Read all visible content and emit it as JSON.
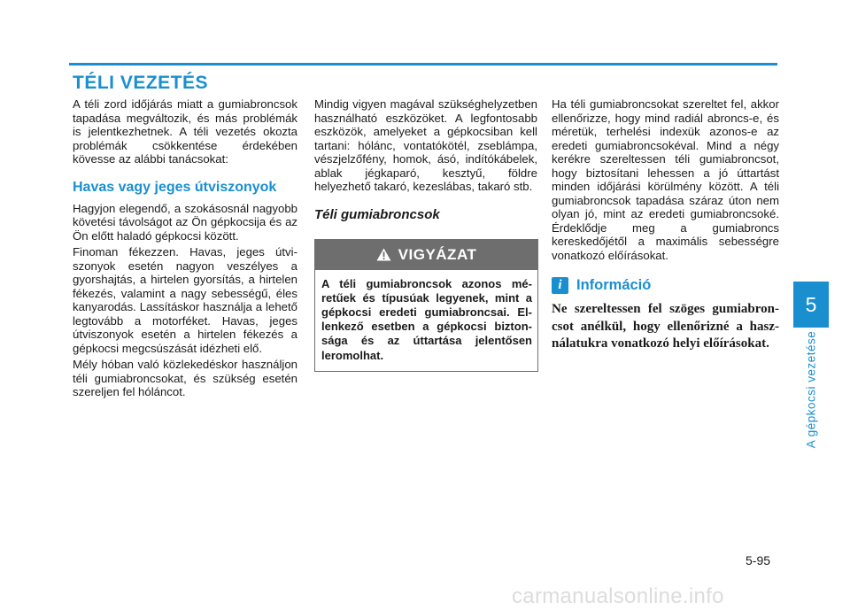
{
  "title": "TÉLI VEZETÉS",
  "col1": {
    "intro": "A téli zord időjárás miatt a gumiabron­csok tapadása megváltozik, és más problémák is jelentkezhetnek. A téli ve­zetés okozta problémák csökkentése érdekében kövesse az alábbi tanácso­kat:",
    "subheading": "Havas vagy jeges útviszonyok",
    "p1": "Hagyjon elegendő, a szokásosnál na­gyobb követési távolságot az Ön gép­kocsija és az Ön előtt haladó gépkocsi között.",
    "p2": "Finoman fékezzen. Havas, jeges útvi­szonyok esetén nagyon veszélyes a gyorshajtás, a hirtelen gyorsítás, a hirte­len fékezés, valamint a nagy sebességű, éles kanyarodás. Lassításkor használja a lehető legtovább a motorféket. Havas, jeges útviszonyok esetén a hirtelen fé­kezés a gépkocsi megcsúszását idézheti elő.",
    "p3": "Mély hóban való közlekedéskor hasz­náljon téli gumiabroncsokat, és szükség esetén szereljen fel hóláncot."
  },
  "col2": {
    "p1": "Mindig vigyen magával szükséghelyzet­ben használható eszközöket. A legfon­tosabb eszközök, amelyeket a gépko­csiban kell tartani: hólánc, vontatókötél, zseblámpa, vészjelzőfény, homok, ásó, indítókábelek, ablak jégkaparó, kesztyű, földre helyezhető takaró, kezeslábas, takaró stb.",
    "subheading": "Téli gumiabroncsok",
    "warning_title": "VIGYÁZAT",
    "warning_text": "A téli gumiabroncsok azonos mé­retűek és típusúak legyenek, mint a gépkocsi eredeti gumiabroncsai. El­lenkező esetben a gépkocsi bizton­sága és az úttartása jelentősen leromolhat."
  },
  "col3": {
    "p1": "Ha téli gumiabroncsokat szereltet fel, akkor ellenőrizze, hogy mind radiál abroncs-e, és méretük, terhelési indexük azonos-e az eredeti gumiabroncsokéval. Mind a négy kerékre szereltessen téli gumiabroncsot, hogy biztosítani lehes­sen a jó úttartást minden időjárási körül­mény között. A téli gumiabroncsok tapa­dása száraz úton nem olyan jó, mint az eredeti gumiabroncsoké. Érdeklődje meg a gumiabroncs kereskedőjétől a maxi­mális sebességre vonatkozó előírásokat.",
    "info_icon": "i",
    "info_title": "Információ",
    "info_text": "Ne szereltessen fel szöges gumiabron­csot anélkül, hogy ellenőrizné a hasz­nálatukra vonatkozó helyi előíráso­kat."
  },
  "sidebar": {
    "chapter": "5",
    "label": "A gépkocsi vezetése"
  },
  "page_number": "5-95",
  "watermark": "carmanualsonline.info",
  "colors": {
    "accent": "#1a8fd0",
    "warning_header": "#6e6e6e"
  },
  "icons": {
    "warning": "warning-triangle-icon",
    "info": "info-icon"
  }
}
